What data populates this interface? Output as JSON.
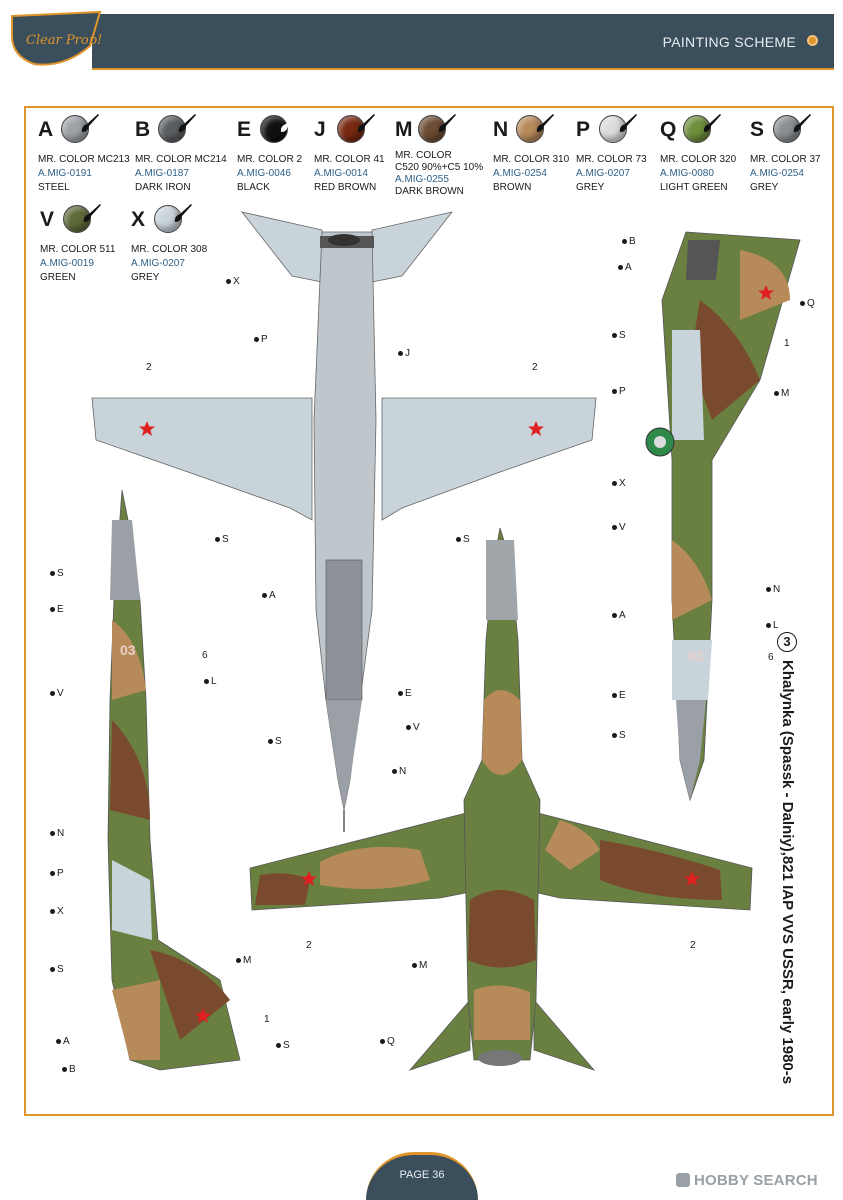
{
  "header": {
    "title": "PAINTING SCHEME",
    "logo_text": "Clear Prop!"
  },
  "colors": {
    "accent_orange": "#e0952b",
    "header_navy": "#3a4e5c",
    "code_blue": "#2e5f86"
  },
  "paints": [
    {
      "letter": "A",
      "mr": "MR. COLOR MC213",
      "mig": "A.MIG-0191",
      "name": "STEEL",
      "color": "#9ea3a8"
    },
    {
      "letter": "B",
      "mr": "MR. COLOR MC214",
      "mig": "A.MIG-0187",
      "name": "DARK IRON",
      "color": "#5b5e61"
    },
    {
      "letter": "E",
      "mr": "MR. COLOR 2",
      "mig": "A.MIG-0046",
      "name": "BLACK",
      "color": "#111111"
    },
    {
      "letter": "J",
      "mr": "MR. COLOR 41",
      "mig": "A.MIG-0014",
      "name": "RED BROWN",
      "color": "#7a2a12"
    },
    {
      "letter": "M",
      "mr": "MR. COLOR",
      "mr2": "C520 90%+C5 10%",
      "mig": "A.MIG-0255",
      "name": "DARK BROWN",
      "color": "#6e4d35"
    },
    {
      "letter": "N",
      "mr": "MR. COLOR 310",
      "mig": "A.MIG-0254",
      "name": "BROWN",
      "color": "#b78a5a"
    },
    {
      "letter": "P",
      "mr": "MR. COLOR 73",
      "mig": "A.MIG-0207",
      "name": "GREY",
      "color": "#dcdcdc"
    },
    {
      "letter": "Q",
      "mr": "MR. COLOR 320",
      "mig": "A.MIG-0080",
      "name": "LIGHT GREEN",
      "color": "#6f8f3c"
    },
    {
      "letter": "S",
      "mr": "MR. COLOR 37",
      "mig": "A.MIG-0254",
      "name": "GREY",
      "color": "#8b8f93"
    },
    {
      "letter": "V",
      "mr": "MR. COLOR 511",
      "mig": "A.MIG-0019",
      "name": "GREEN",
      "color": "#5f6a3a"
    },
    {
      "letter": "X",
      "mr": "MR. COLOR 308",
      "mig": "A.MIG-0207",
      "name": "GREY",
      "color": "#c9d3da"
    }
  ],
  "caption": {
    "number": "3",
    "text": "Khalynka (Spassk - Dalniy),821 IAP VVS USSR, early 1980-s"
  },
  "callouts": {
    "top_view": [
      "X",
      "P",
      "J",
      "2",
      "2",
      "S",
      "S",
      "A",
      "E",
      "S"
    ],
    "left_side": [
      "S",
      "E",
      "6",
      "L",
      "V",
      "N",
      "P",
      "X",
      "S",
      "M",
      "1",
      "S",
      "A",
      "B"
    ],
    "bottom_view": [
      "V",
      "N",
      "2",
      "2",
      "M",
      "Q"
    ],
    "right_side": [
      "B",
      "A",
      "Q",
      "S",
      "1",
      "M",
      "P",
      "X",
      "V",
      "N",
      "A",
      "L",
      "6",
      "E",
      "S"
    ]
  },
  "markings": {
    "side_number": "03"
  },
  "footer": {
    "page": "PAGE 36",
    "watermark": "HOBBY SEARCH"
  }
}
